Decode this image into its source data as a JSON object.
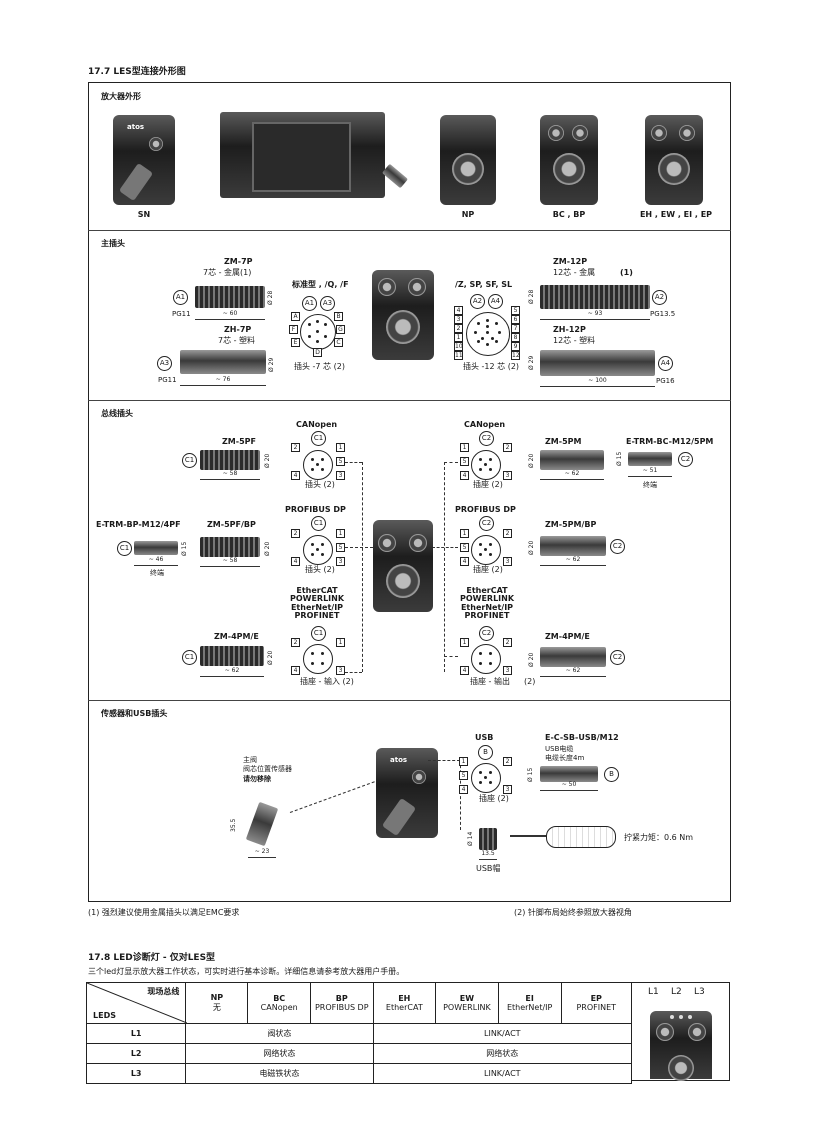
{
  "section_177": {
    "title": "17.7 LES型连接外形图",
    "amp_heading": "放大器外形",
    "amp_labels": [
      "SN",
      "NP",
      "BC , BP",
      "EH , EW , EI , EP"
    ],
    "main_heading": "主插头",
    "zm7p": {
      "name": "ZM-7P",
      "desc": "7芯 - 金属(1)",
      "len": "~ 60",
      "dia": "Ø 28",
      "pg": "PG11",
      "code": "A1"
    },
    "zh7p": {
      "name": "ZH-7P",
      "desc": "7芯 - 塑料",
      "len": "~ 76",
      "dia": "Ø 29",
      "pg": "PG11",
      "code": "A3"
    },
    "std": {
      "title": "标准型 , /Q, /F",
      "codes": [
        "A1",
        "A3"
      ],
      "pins": [
        "A",
        "B",
        "C",
        "D",
        "E",
        "F",
        "G"
      ],
      "caption": "插头 -7 芯 (2)"
    },
    "zsp": {
      "title": "/Z, SP, SF, SL",
      "codes": [
        "A2",
        "A4"
      ],
      "left_pins": [
        "4",
        "3",
        "2",
        "1",
        "10",
        "11"
      ],
      "right_pins": [
        "5",
        "6",
        "7",
        "8",
        "9",
        "12"
      ],
      "caption": "插头 -12 芯 (2)"
    },
    "zm12p": {
      "name": "ZM-12P",
      "desc": "12芯 - 金属",
      "note": "(1)",
      "len": "~ 93",
      "dia": "Ø 28",
      "pg": "PG13.5",
      "code": "A2"
    },
    "zh12p": {
      "name": "ZH-12P",
      "desc": "12芯 - 塑料",
      "len": "~ 100",
      "dia": "Ø 29",
      "pg": "PG16",
      "code": "A4"
    },
    "bus_heading": "总线插头",
    "bus_left": {
      "zm5pf": {
        "name": "ZM-5PF",
        "len": "~ 58",
        "dia": "Ø 20",
        "code": "C1"
      },
      "canopen": {
        "title": "CANopen",
        "code": "C1",
        "caption": "插头 (2)",
        "pins": [
          "2",
          "1",
          "5",
          "3",
          "4"
        ]
      },
      "etrm_bp": {
        "name": "E-TRM-BP-M12/4PF",
        "len": "~ 46",
        "dia": "Ø 15",
        "caption": "终端",
        "code": "C1"
      },
      "zm5pfbp": {
        "name": "ZM-5PF/BP",
        "len": "~ 58",
        "dia": "Ø 20"
      },
      "profibus": {
        "title": "PROFIBUS DP",
        "code": "C1",
        "caption": "插头 (2)",
        "pins": [
          "2",
          "1",
          "5",
          "3",
          "4"
        ]
      },
      "ethercat": {
        "title": [
          "EtherCAT",
          "POWERLINK",
          "EtherNet/IP",
          "PROFINET"
        ],
        "code": "C1",
        "caption": "插座 - 输入  (2)",
        "pins": [
          "2",
          "1",
          "4",
          "3"
        ]
      },
      "zm4pme": {
        "name": "ZM-4PM/E",
        "len": "~ 62",
        "dia": "Ø 20",
        "code": "C1"
      }
    },
    "bus_right": {
      "canopen": {
        "title": "CANopen",
        "code": "C2",
        "caption": "插座 (2)",
        "pins": [
          "1",
          "2",
          "5",
          "4",
          "3"
        ]
      },
      "zm5pm": {
        "name": "ZM-5PM",
        "len": "~ 62",
        "dia": "Ø 20"
      },
      "etrm_bc": {
        "name": "E-TRM-BC-M12/5PM",
        "len": "~ 51",
        "dia": "Ø 15",
        "caption": "终端",
        "code": "C2"
      },
      "profibus": {
        "title": "PROFIBUS DP",
        "code": "C2",
        "caption": "插座 (2)",
        "pins": [
          "1",
          "2",
          "5",
          "4",
          "3"
        ]
      },
      "zm5pmbp": {
        "name": "ZM-5PM/BP",
        "len": "~ 62",
        "dia": "Ø 20",
        "code": "C2"
      },
      "ethercat": {
        "title": [
          "EtherCAT",
          "POWERLINK",
          "EtherNet/IP",
          "PROFINET"
        ],
        "code": "C2",
        "caption": "插座 - 输出",
        "note": "(2)",
        "pins": [
          "1",
          "2",
          "3",
          "4"
        ]
      },
      "zm4pme": {
        "name": "ZM-4PM/E",
        "len": "~ 62",
        "dia": "Ø 20",
        "code": "C2"
      }
    },
    "sensor_heading": "传感器和USB插头",
    "sensor_note": [
      "主阀",
      "阀芯位置传感器",
      "请勿移除"
    ],
    "sensor_dims": {
      "h": "35.5",
      "w": "~ 23"
    },
    "brand": "atos",
    "usb": {
      "title": "USB",
      "code": "B",
      "pins": [
        "1",
        "2",
        "5",
        "4",
        "3"
      ],
      "caption": "插座 (2)",
      "cap_label": "USB帽",
      "cap_w": "13.5",
      "cap_d": "Ø 14"
    },
    "usb_cable": {
      "name": "E-C-SB-USB/M12",
      "desc": [
        "USB电缆",
        "电缆长度4m"
      ],
      "len": "~ 50",
      "dia": "Ø 15",
      "code": "B"
    },
    "torque": "拧紧力矩：0.6 Nm",
    "footnote1": "(1) 强烈建议使用金属插头以满足EMC要求",
    "footnote2": "(2) 针脚布局始终参照放大器视角"
  },
  "section_178": {
    "title": "17.8 LED诊断灯 - 仅对LES型",
    "intro": "三个led灯显示放大器工作状态，可实时进行基本诊断。详细信息请参考放大器用户手册。",
    "corner_top": "现场总线",
    "corner_bottom": "LEDS",
    "headers": [
      {
        "code": "NP",
        "sub": "无"
      },
      {
        "code": "BC",
        "sub": "CANopen"
      },
      {
        "code": "BP",
        "sub": "PROFIBUS DP"
      },
      {
        "code": "EH",
        "sub": "EtherCAT"
      },
      {
        "code": "EW",
        "sub": "POWERLINK"
      },
      {
        "code": "EI",
        "sub": "EtherNet/IP"
      },
      {
        "code": "EP",
        "sub": "PROFINET"
      }
    ],
    "rows": [
      {
        "led": "L1",
        "left": "阀状态",
        "right": "LINK/ACT"
      },
      {
        "led": "L2",
        "left": "网络状态",
        "right": "网络状态"
      },
      {
        "led": "L3",
        "left": "电磁铁状态",
        "right": "LINK/ACT"
      }
    ],
    "led_labels": [
      "L1",
      "L2",
      "L3"
    ]
  }
}
